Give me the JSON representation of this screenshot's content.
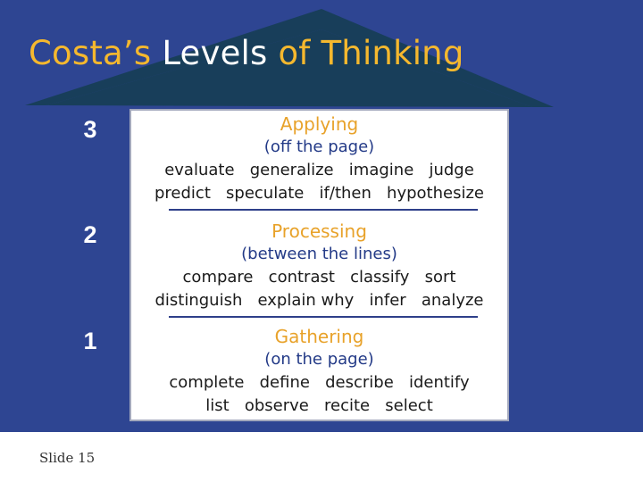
{
  "title": {
    "part1": "Costa’s",
    "part2": "Levels",
    "part3": "of Thinking"
  },
  "levels": [
    {
      "number": "3",
      "name": "Applying",
      "qualifier": "(off the page)",
      "verbs_line1": "evaluate   generalize   imagine   judge",
      "verbs_line2": "predict   speculate   if/then   hypothesize"
    },
    {
      "number": "2",
      "name": "Processing",
      "qualifier": "(between the lines)",
      "verbs_line1": "compare   contrast   classify   sort",
      "verbs_line2": "distinguish   explain why   infer   analyze"
    },
    {
      "number": "1",
      "name": "Gathering",
      "qualifier": "(on the page)",
      "verbs_line1": "complete   define   describe   identify",
      "verbs_line2": "list   observe   recite   select"
    }
  ],
  "slide_number": "Slide 15",
  "colors": {
    "background": "#2e4592",
    "roof": "#183e5a",
    "title_accent": "#f5b82e",
    "heading": "#e8a22a",
    "qualifier": "#233a87"
  }
}
